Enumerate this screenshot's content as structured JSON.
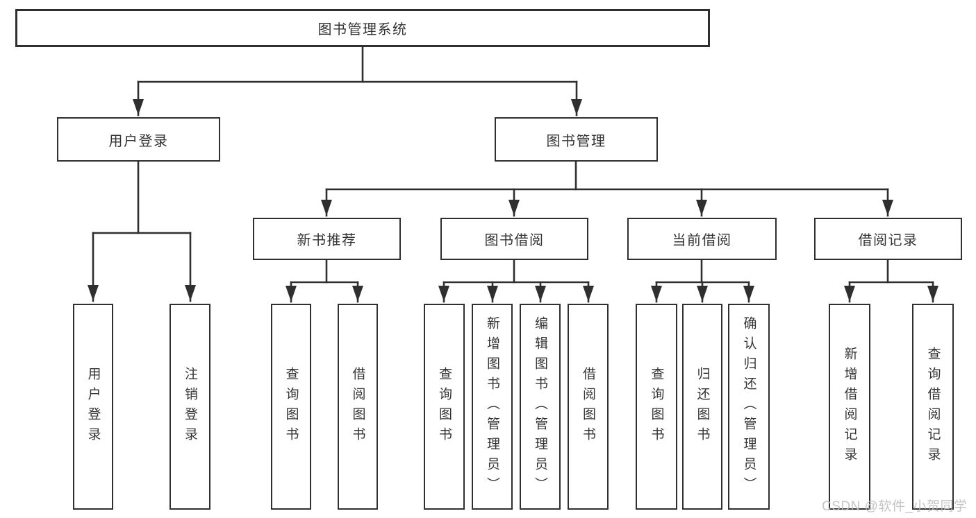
{
  "watermark": "CSDN @软件_小贺同学",
  "colors": {
    "line": "#2f2f2f",
    "text": "#333333",
    "watermark": "#bdbdbd",
    "background": "#ffffff"
  },
  "nodes": {
    "root": {
      "label": "图书管理系统",
      "children": {
        "user_login": {
          "label": "用户登录",
          "children": {
            "login": {
              "label": "用户登录"
            },
            "logout": {
              "label": "注销登录"
            }
          }
        },
        "book_management": {
          "label": "图书管理",
          "children": {
            "new_book_recommend": {
              "label": "新书推荐",
              "children": {
                "query_books": {
                  "label": "查询图书"
                },
                "borrow_books": {
                  "label": "借阅图书"
                }
              }
            },
            "book_borrowing": {
              "label": "图书借阅",
              "children": {
                "query_books": {
                  "label": "查询图书"
                },
                "add_book": {
                  "label": "新增图书（管理员）"
                },
                "edit_book": {
                  "label": "编辑图书（管理员）"
                },
                "borrow_books": {
                  "label": "借阅图书"
                }
              }
            },
            "current_borrowing": {
              "label": "当前借阅",
              "children": {
                "query_books": {
                  "label": "查询图书"
                },
                "return_book": {
                  "label": "归还图书"
                },
                "confirm_return": {
                  "label": "确认归还（管理员）"
                }
              }
            },
            "borrowing_records": {
              "label": "借阅记录",
              "children": {
                "add_record": {
                  "label": "新增借阅记录"
                },
                "query_record": {
                  "label": "查询借阅记录"
                }
              }
            }
          }
        }
      }
    }
  }
}
